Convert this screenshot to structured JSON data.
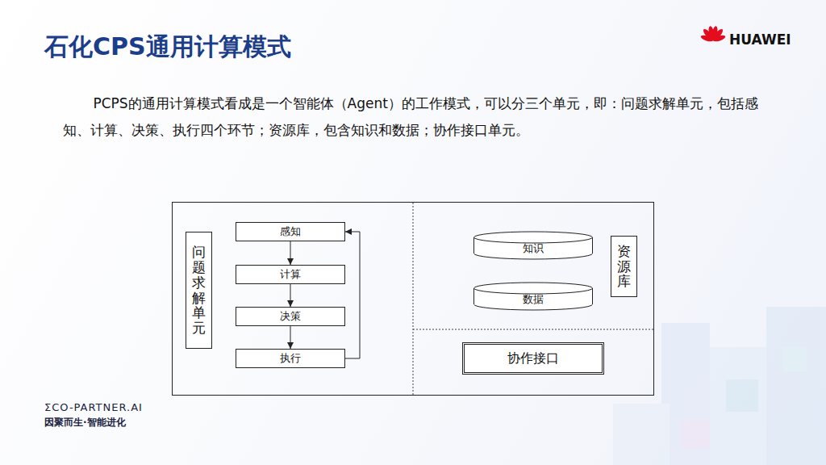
{
  "diagram": {
    "title": "石化CPS通用计算模式",
    "nodes": [
      {
        "text": [
          "问题求解单元"
        ]
      },
      {
        "text": [
          "感知"
        ]
      },
      {
        "text": [
          "计算"
        ]
      },
      {
        "text": [
          "决策"
        ]
      },
      {
        "text": [
          "执行"
        ]
      },
      {
        "text": [
          "知识"
        ]
      },
      {
        "text": [
          "数据"
        ]
      },
      {
        "text": [
          "资源库"
        ]
      },
      {
        "text": [
          "协作接口"
        ]
      }
    ],
    "edges": [
      {
        "from": 1,
        "to": 2,
        "arrow": "to"
      },
      {
        "from": 2,
        "to": 3,
        "arrow": "to"
      },
      {
        "from": 3,
        "to": 4,
        "arrow": "to"
      },
      {
        "from": 4,
        "to": 1,
        "arrow": "to"
      }
    ],
    "labels": [
      "PCPS的通用计算模式看成是一个智能体（Agent）的工作模式，可以分三个单元，即：问题求解单元，包括感知、计算、决策、执行四个环节；资源库，包含知识和数据；协作接口单元。",
      "HUAWEI",
      "ΣCO-PARTNER.AI",
      "因聚而生·智能进化"
    ]
  }
}
